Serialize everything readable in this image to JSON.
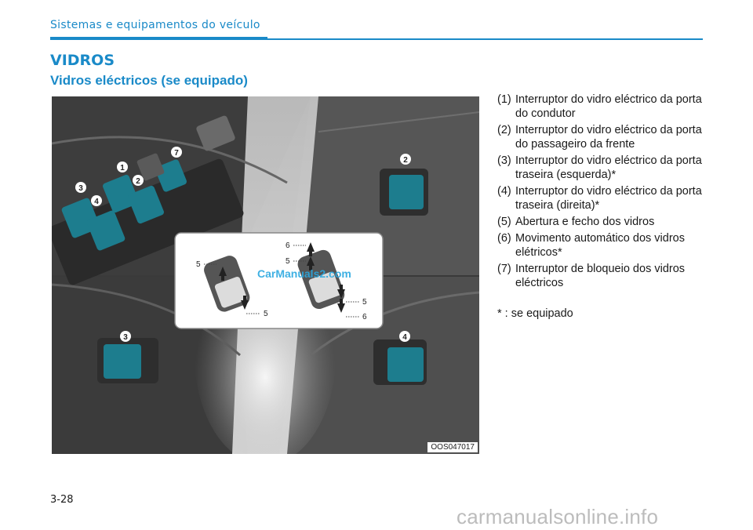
{
  "header": {
    "section": "Sistemas e equipamentos do veículo",
    "accent_color": "#1a8ac8"
  },
  "chapter_title": "VIDROS",
  "subsection_title": "Vidros eléctricos (se equipado)",
  "figure": {
    "code": "OOS047017",
    "watermark": "CarManuals2.com",
    "callouts": [
      "1",
      "2",
      "3",
      "4",
      "7",
      "2",
      "3",
      "4"
    ],
    "inset_labels": [
      "5",
      "5",
      "6",
      "5",
      "5",
      "6"
    ],
    "switch_color": "#1d7d8e"
  },
  "legend": [
    {
      "num": "(1)",
      "text": "Interruptor do vidro eléctrico da porta do condutor"
    },
    {
      "num": "(2)",
      "text": "Interruptor do vidro eléctrico da porta do passageiro da frente"
    },
    {
      "num": "(3)",
      "text": "Interruptor do vidro eléctrico da porta traseira (esquerda)*"
    },
    {
      "num": "(4)",
      "text": "Interruptor do vidro eléctrico da porta traseira (direita)*"
    },
    {
      "num": "(5)",
      "text": "Abertura e fecho dos vidros"
    },
    {
      "num": "(6)",
      "text": "Movimento automático dos vidros elétricos*"
    },
    {
      "num": "(7)",
      "text": "Interruptor de bloqueio dos vidros eléctricos"
    }
  ],
  "note": "* : se equipado",
  "page_number": "3-28",
  "site_watermark": "carmanualsonline.info"
}
